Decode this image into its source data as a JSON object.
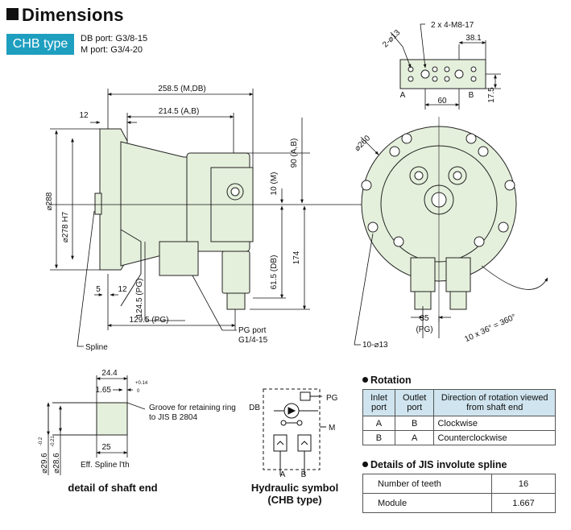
{
  "header": {
    "title": "Dimensions",
    "type_badge": "CHB type"
  },
  "ports": {
    "db_port": "DB port: G3/8-15",
    "m_port": "M port: G3/4-20"
  },
  "side_view": {
    "dim_258_5": "258.5 (M,DB)",
    "dim_214_5": "214.5 (A,B)",
    "dim_12_top": "12",
    "dim_90": "90 (A,B)",
    "dim_10": "10 (M)",
    "dim_174": "174",
    "dim_61_5": "61.5 (DB)",
    "dim_288": "⌀288",
    "dim_278": "⌀278 H7",
    "dim_5": "5",
    "dim_12_bot": "12",
    "dim_124_5": "124.5 (PG)",
    "dim_129_5": "129.5 (PG)",
    "pg_port_line1": "PG port",
    "pg_port_line2": "G1/4-15",
    "spline_label": "Spline"
  },
  "front_view": {
    "dim_260": "⌀260",
    "dim_35": "35",
    "dim_35_sub": "(PG)",
    "holes": "10-⌀13",
    "angle": "10 x 36° = 360°"
  },
  "port_detail": {
    "screws": "2 x 4-M8-17",
    "dim_38_1": "38.1",
    "dim_13": "2-⌀13",
    "dim_60": "60",
    "dim_17_5": "17.5",
    "label_a": "A",
    "label_b": "B"
  },
  "shaft_detail": {
    "dim_24_4": "24.4",
    "dim_1_65": "1.65",
    "tol_plus": "+0.14",
    "tol_zero": "0",
    "groove_line1": "Groove for retaining ring",
    "groove_line2": "to JIS B 2804",
    "dim_25": "25",
    "eff_spline": "Eff. Spline l'th",
    "dim_29_6": "⌀29.6",
    "tol_29_6": "-0.2",
    "dim_28_6": "⌀28.6",
    "tol_28_6": "-0.21",
    "caption": "detail of shaft end"
  },
  "hydraulic": {
    "db": "DB",
    "pg": "PG",
    "m": "M",
    "a": "A",
    "b": "B",
    "caption_line1": "Hydraulic symbol",
    "caption_line2": "(CHB type)"
  },
  "rotation": {
    "heading": "Rotation",
    "headers": [
      "Inlet port",
      "Outlet port",
      "Direction of rotation viewed from shaft end"
    ],
    "rows": [
      {
        "inlet": "A",
        "outlet": "B",
        "direction": "Clockwise"
      },
      {
        "inlet": "B",
        "outlet": "A",
        "direction": "Counterclockwise"
      }
    ]
  },
  "spline": {
    "heading": "Details of JIS involute spline",
    "rows": [
      {
        "label": "Number of teeth",
        "value": "16"
      },
      {
        "label": "Module",
        "value": "1.667"
      }
    ]
  },
  "colors": {
    "body_fill": "#e5f0dc",
    "badge": "#1e9fc0",
    "table_header": "#cfe4ee"
  }
}
